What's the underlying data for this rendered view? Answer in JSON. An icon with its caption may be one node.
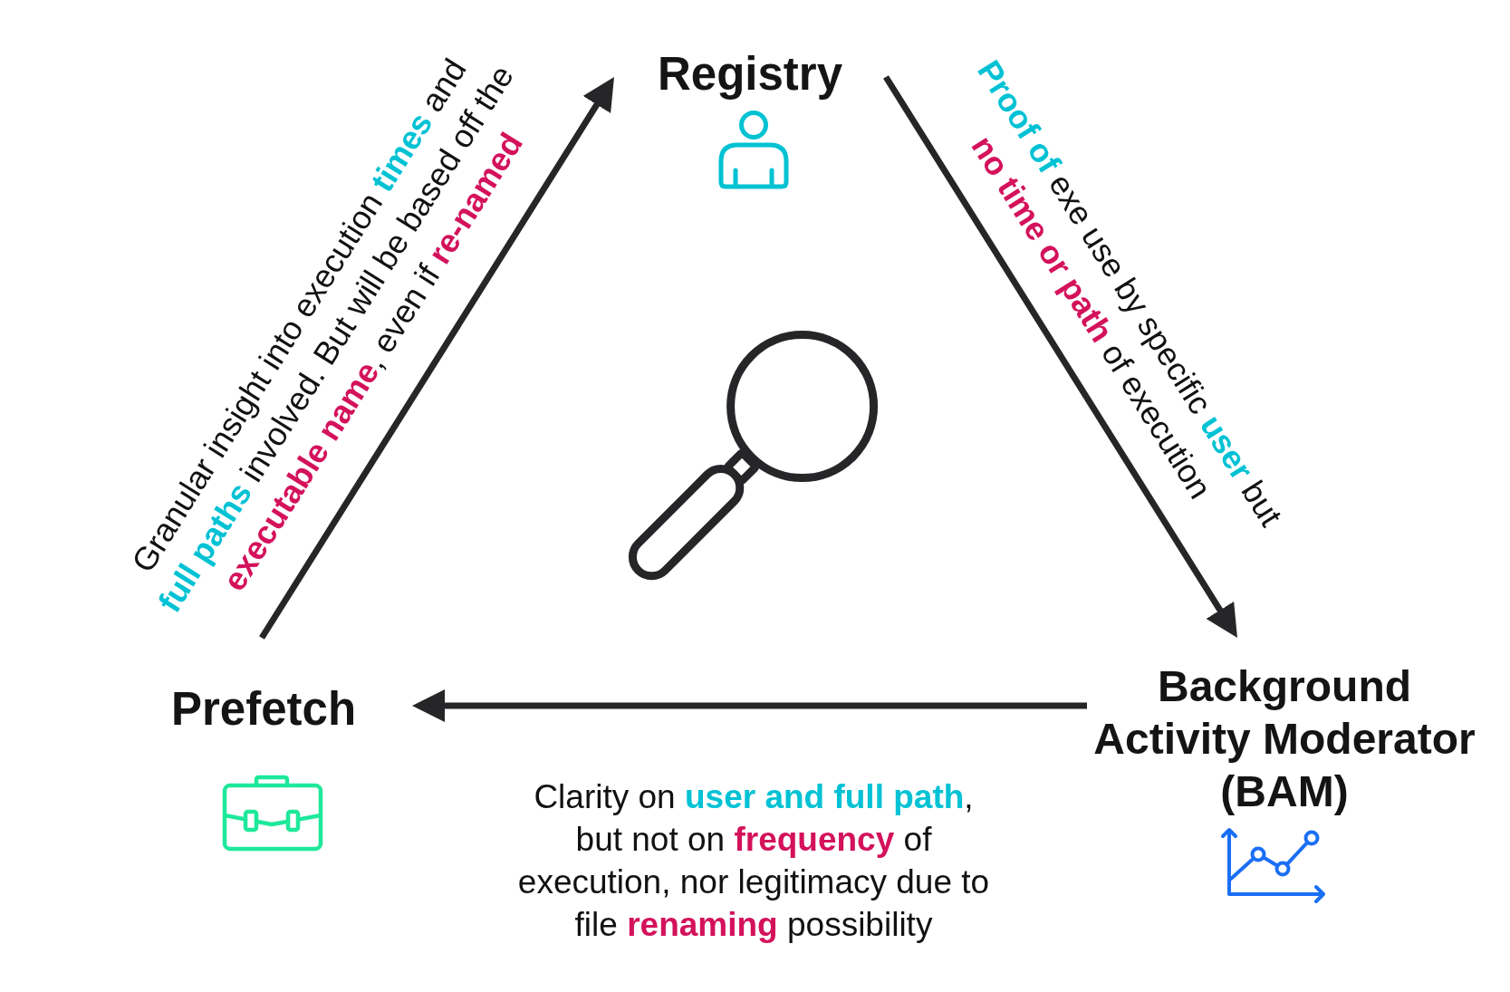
{
  "diagram": {
    "nodes": [
      {
        "text": [
          "Registry"
        ]
      },
      {
        "text": [
          "Prefetch"
        ]
      },
      {
        "text": [
          "Background Activity Moderator (BAM)"
        ]
      }
    ],
    "edges": [
      {
        "from": 1,
        "to": 0,
        "arrow": "to",
        "label": "Granular insight into execution **times** and **full paths** involved. But will be based off the **executable name**, even if **re-named**"
      },
      {
        "from": 0,
        "to": 2,
        "arrow": "to",
        "label": "**Proof of** exe use by specific **user** but **no time or path** of execution"
      },
      {
        "from": 2,
        "to": 1,
        "arrow": "to",
        "label": "Clarity on **user and full path**, but not on **frequency** of execution, nor legitimacy due to file **renaming** possibility"
      }
    ]
  }
}
